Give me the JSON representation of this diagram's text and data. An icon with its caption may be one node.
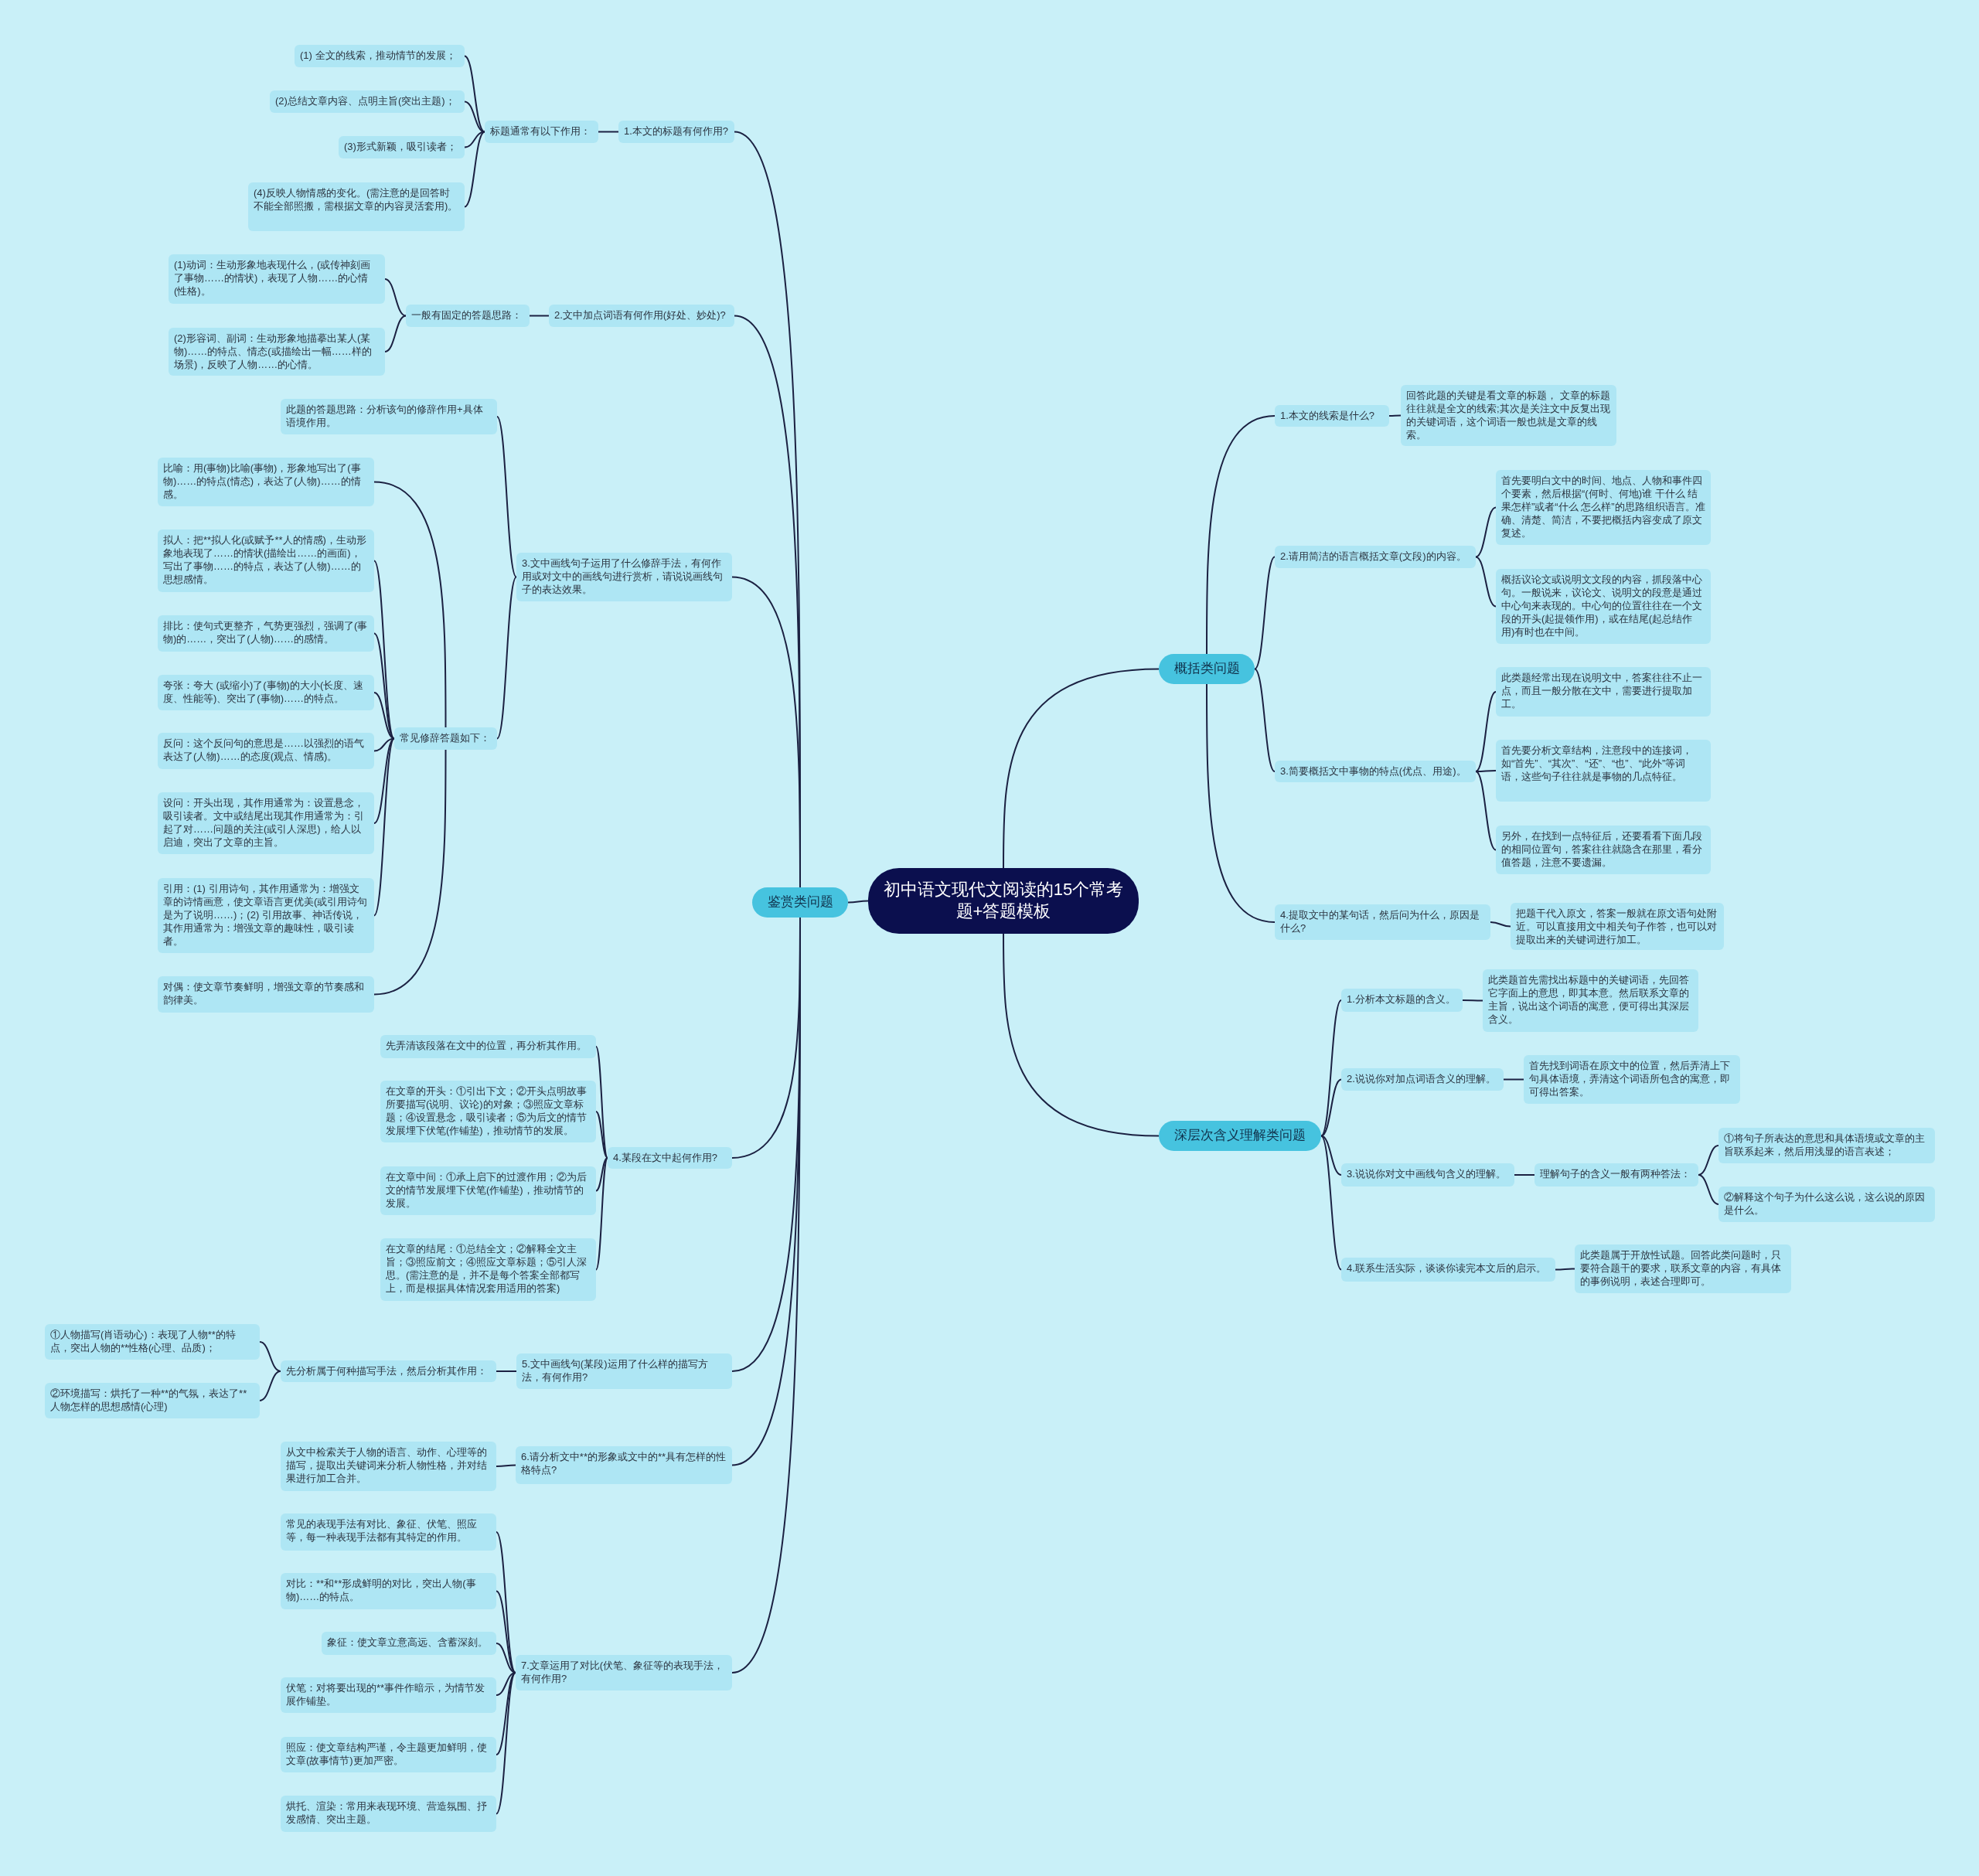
{
  "diagram": {
    "nodes": [
      {
        "text": [
          "初中语文现代文阅读的15个常考题+答题模板"
        ]
      },
      {
        "text": [
          "鉴赏类问题"
        ]
      },
      {
        "text": [
          "1.本文的标题有何作用?"
        ]
      },
      {
        "text": [
          "标题通常有以下作用："
        ]
      },
      {
        "text": [
          "(1) 全文的线索，推动情节的发展；"
        ]
      },
      {
        "text": [
          "(2)总结文章内容、点明主旨(突出主题)；"
        ]
      },
      {
        "text": [
          "(3)形式新颖，吸引读者；"
        ]
      },
      {
        "text": [
          "(4)反映人物情感的变化。(需注意的是回答时不能全部照搬，需根据文章的内容灵活套用)。"
        ]
      },
      {
        "text": [
          "2.文中加点词语有何作用(好处、妙处)?"
        ]
      },
      {
        "text": [
          "一般有固定的答题思路："
        ]
      },
      {
        "text": [
          "(1)动词：生动形象地表现什么，(或传神刻画了事物……的情状)，表现了人物……的心情(性格)。"
        ]
      },
      {
        "text": [
          "(2)形容词、副词：生动形象地描摹出某人(某物)……的特点、情态(或描绘出一幅……样的场景)，反映了人物……的心情。"
        ]
      },
      {
        "text": [
          "3.文中画线句子运用了什么修辞手法，有何作用或对文中的画线句进行赏析，请说说画线句子的表达效果。"
        ]
      },
      {
        "text": [
          "此题的答题思路：分析该句的修辞作用+具体语境作用。"
        ]
      },
      {
        "text": [
          "常见修辞答题如下："
        ]
      },
      {
        "text": [
          "比喻：用(事物)比喻(事物)，形象地写出了(事物)……的特点(情态)，表达了(人物)……的情感。"
        ]
      },
      {
        "text": [
          "拟人：把**拟人化(或赋予**人的情感)，生动形象地表现了……的情状(描绘出……的画面)，写出了事物……的特点，表达了(人物)……的思想感情。"
        ]
      },
      {
        "text": [
          "排比：使句式更整齐，气势更强烈，强调了(事物)的……，突出了(人物)……的感情。"
        ]
      },
      {
        "text": [
          "夸张：夸大 (或缩小)了(事物)的大小(长度、速度、性能等)、突出了(事物)……的特点。"
        ]
      },
      {
        "text": [
          "反问：这个反问句的意思是……以强烈的语气表达了(人物)……的态度(观点、情感)。"
        ]
      },
      {
        "text": [
          "设问：开头出现，其作用通常为：设置悬念，吸引读者。文中或结尾出现其作用通常为：引起了对……问题的关注(或引人深思)，给人以启迪，突出了文章的主旨。"
        ]
      },
      {
        "text": [
          "引用：(1) 引用诗句，其作用通常为：增强文章的诗情画意，使文章语言更优美(或引用诗句是为了说明……)；(2) 引用故事、神话传说，其作用通常为：增强文章的趣味性，吸引读者。"
        ]
      },
      {
        "text": [
          "对偶：使文章节奏鲜明，增强文章的节奏感和韵律美。"
        ]
      },
      {
        "text": [
          "4.某段在文中起何作用?"
        ]
      },
      {
        "text": [
          "先弄清该段落在文中的位置，再分析其作用。"
        ]
      },
      {
        "text": [
          "在文章的开头：①引出下文；②开头点明故事所要描写(说明、议论)的对象；③照应文章标题；④设置悬念，吸引读者；⑤为后文的情节发展埋下伏笔(作铺垫)，推动情节的发展。"
        ]
      },
      {
        "text": [
          "在文章中间：①承上启下的过渡作用；②为后文的情节发展埋下伏笔(作铺垫)，推动情节的发展。"
        ]
      },
      {
        "text": [
          "在文章的结尾：①总结全文；②解释全文主旨；③照应前文；④照应文章标题；⑤引人深思。(需注意的是，并不是每个答案全部都写上，而是根据具体情况套用适用的答案)"
        ]
      },
      {
        "text": [
          "5.文中画线句(某段)运用了什么样的描写方法，有何作用?"
        ]
      },
      {
        "text": [
          "先分析属于何种描写手法，然后分析其作用："
        ]
      },
      {
        "text": [
          "①人物描写(肖语动心)：表现了人物**的特点，突出人物的**性格(心理、品质)；"
        ]
      },
      {
        "text": [
          "②环境描写：烘托了一种**的气氛，表达了**人物怎样的思想感情(心理)"
        ]
      },
      {
        "text": [
          "6.请分析文中**的形象或文中的**具有怎样的性格特点?"
        ]
      },
      {
        "text": [
          "从文中检索关于人物的语言、动作、心理等的描写，提取出关键词来分析人物性格，并对结果进行加工合并。"
        ]
      },
      {
        "text": [
          "7.文章运用了对比(伏笔、象征等的表现手法，有何作用?"
        ]
      },
      {
        "text": [
          "常见的表现手法有对比、象征、伏笔、照应等，每一种表现手法都有其特定的作用。"
        ]
      },
      {
        "text": [
          "对比：**和**形成鲜明的对比，突出人物(事物)……的特点。"
        ]
      },
      {
        "text": [
          "象征：使文章立意高远、含蓄深刻。"
        ]
      },
      {
        "text": [
          "伏笔：对将要出现的**事件作暗示，为情节发展作铺垫。"
        ]
      },
      {
        "text": [
          "照应：使文章结构严谨，令主题更加鲜明，使文章(故事情节)更加严密。"
        ]
      },
      {
        "text": [
          "烘托、渲染：常用来表现环境、营造氛围、抒发感情、突出主题。"
        ]
      },
      {
        "text": [
          "概括类问题"
        ]
      },
      {
        "text": [
          "1.本文的线索是什么?"
        ]
      },
      {
        "text": [
          "回答此题的关键是看文章的标题， 文章的标题往往就是全文的线索;其次是关注文中反复出现的关键词语，这个词语一般也就是文章的线索。"
        ]
      },
      {
        "text": [
          "2.请用简洁的语言概括文章(文段)的内容。"
        ]
      },
      {
        "text": [
          "首先要明白文中的时间、地点、人物和事件四个要素，然后根据“(何时、何地)谁 干什么 结果怎样”或者“什么 怎么样”的思路组织语言。准确、清楚、简洁，不要把概括内容变成了原文复述。"
        ]
      },
      {
        "text": [
          "概括议论文或说明文文段的内容，抓段落中心句。一般说来，议论文、说明文的段意是通过中心句来表现的。中心句的位置往往在一个文段的开头(起提领作用)，或在结尾(起总结作用)有时也在中间。"
        ]
      },
      {
        "text": [
          "3.简要概括文中事物的特点(优点、用途)。"
        ]
      },
      {
        "text": [
          "此类题经常出现在说明文中，答案往往不止一点，而且一般分散在文中，需要进行提取加工。"
        ]
      },
      {
        "text": [
          "首先要分析文章结构，注意段中的连接词，如“首先”、“其次”、“还”、“也”、“此外”等词语，这些句子往往就是事物的几点特征。"
        ]
      },
      {
        "text": [
          "另外，在找到一点特征后，还要看看下面几段的相同位置句，答案往往就隐含在那里，看分值答题，注意不要遗漏。"
        ]
      },
      {
        "text": [
          "4.提取文中的某句话，然后问为什么，原因是什么?"
        ]
      },
      {
        "text": [
          "把题干代入原文，答案一般就在原文语句处附近。可以直接用文中相关句子作答，也可以对提取出来的关键词进行加工。"
        ]
      },
      {
        "text": [
          "深层次含义理解类问题"
        ]
      },
      {
        "text": [
          "1.分析本文标题的含义。"
        ]
      },
      {
        "text": [
          "此类题首先需找出标题中的关键词语，先回答它字面上的意思，即其本意。然后联系文章的主旨，说出这个词语的寓意，便可得出其深层含义。"
        ]
      },
      {
        "text": [
          "2.说说你对加点词语含义的理解。"
        ]
      },
      {
        "text": [
          "首先找到词语在原文中的位置，然后弄清上下句具体语境，弄清这个词语所包含的寓意，即可得出答案。"
        ]
      },
      {
        "text": [
          "3.说说你对文中画线句含义的理解。"
        ]
      },
      {
        "text": [
          "理解句子的含义一般有两种答法："
        ]
      },
      {
        "text": [
          "①将句子所表达的意思和具体语境或文章的主旨联系起来，然后用浅显的语言表述；"
        ]
      },
      {
        "text": [
          "②解释这个句子为什么这么说，这么说的原因是什么。"
        ]
      },
      {
        "text": [
          "4.联系生活实际，谈谈你读完本文后的启示。"
        ]
      },
      {
        "text": [
          "此类题属于开放性试题。回答此类问题时，只要符合题干的要求，联系文章的内容，有具体的事例说明，表述合理即可。"
        ]
      }
    ],
    "edges": [
      {
        "from": 0,
        "to": 1,
        "arrow": "none"
      },
      {
        "from": 1,
        "to": 2,
        "arrow": "none"
      },
      {
        "from": 2,
        "to": 3,
        "arrow": "none"
      },
      {
        "from": 3,
        "to": 4,
        "arrow": "none"
      },
      {
        "from": 3,
        "to": 5,
        "arrow": "none"
      },
      {
        "from": 3,
        "to": 6,
        "arrow": "none"
      },
      {
        "from": 3,
        "to": 7,
        "arrow": "none"
      },
      {
        "from": 1,
        "to": 8,
        "arrow": "none"
      },
      {
        "from": 8,
        "to": 9,
        "arrow": "none"
      },
      {
        "from": 9,
        "to": 10,
        "arrow": "none"
      },
      {
        "from": 9,
        "to": 11,
        "arrow": "none"
      },
      {
        "from": 1,
        "to": 12,
        "arrow": "none"
      },
      {
        "from": 12,
        "to": 13,
        "arrow": "none"
      },
      {
        "from": 12,
        "to": 14,
        "arrow": "none"
      },
      {
        "from": 14,
        "to": 15,
        "arrow": "none"
      },
      {
        "from": 14,
        "to": 16,
        "arrow": "none"
      },
      {
        "from": 14,
        "to": 17,
        "arrow": "none"
      },
      {
        "from": 14,
        "to": 18,
        "arrow": "none"
      },
      {
        "from": 14,
        "to": 19,
        "arrow": "none"
      },
      {
        "from": 14,
        "to": 20,
        "arrow": "none"
      },
      {
        "from": 14,
        "to": 21,
        "arrow": "none"
      },
      {
        "from": 14,
        "to": 22,
        "arrow": "none"
      },
      {
        "from": 1,
        "to": 23,
        "arrow": "none"
      },
      {
        "from": 23,
        "to": 24,
        "arrow": "none"
      },
      {
        "from": 23,
        "to": 25,
        "arrow": "none"
      },
      {
        "from": 23,
        "to": 26,
        "arrow": "none"
      },
      {
        "from": 23,
        "to": 27,
        "arrow": "none"
      },
      {
        "from": 1,
        "to": 28,
        "arrow": "none"
      },
      {
        "from": 28,
        "to": 29,
        "arrow": "none"
      },
      {
        "from": 29,
        "to": 30,
        "arrow": "none"
      },
      {
        "from": 29,
        "to": 31,
        "arrow": "none"
      },
      {
        "from": 1,
        "to": 32,
        "arrow": "none"
      },
      {
        "from": 32,
        "to": 33,
        "arrow": "none"
      },
      {
        "from": 1,
        "to": 34,
        "arrow": "none"
      },
      {
        "from": 34,
        "to": 35,
        "arrow": "none"
      },
      {
        "from": 34,
        "to": 36,
        "arrow": "none"
      },
      {
        "from": 34,
        "to": 37,
        "arrow": "none"
      },
      {
        "from": 34,
        "to": 38,
        "arrow": "none"
      },
      {
        "from": 34,
        "to": 39,
        "arrow": "none"
      },
      {
        "from": 34,
        "to": 40,
        "arrow": "none"
      },
      {
        "from": 0,
        "to": 41,
        "arrow": "none"
      },
      {
        "from": 41,
        "to": 42,
        "arrow": "none"
      },
      {
        "from": 42,
        "to": 43,
        "arrow": "none"
      },
      {
        "from": 41,
        "to": 44,
        "arrow": "none"
      },
      {
        "from": 44,
        "to": 45,
        "arrow": "none"
      },
      {
        "from": 44,
        "to": 46,
        "arrow": "none"
      },
      {
        "from": 41,
        "to": 47,
        "arrow": "none"
      },
      {
        "from": 47,
        "to": 48,
        "arrow": "none"
      },
      {
        "from": 47,
        "to": 49,
        "arrow": "none"
      },
      {
        "from": 47,
        "to": 50,
        "arrow": "none"
      },
      {
        "from": 41,
        "to": 51,
        "arrow": "none"
      },
      {
        "from": 51,
        "to": 52,
        "arrow": "none"
      },
      {
        "from": 0,
        "to": 53,
        "arrow": "none"
      },
      {
        "from": 53,
        "to": 54,
        "arrow": "none"
      },
      {
        "from": 54,
        "to": 55,
        "arrow": "none"
      },
      {
        "from": 53,
        "to": 56,
        "arrow": "none"
      },
      {
        "from": 56,
        "to": 57,
        "arrow": "none"
      },
      {
        "from": 53,
        "to": 58,
        "arrow": "none"
      },
      {
        "from": 58,
        "to": 59,
        "arrow": "none"
      },
      {
        "from": 59,
        "to": 60,
        "arrow": "none"
      },
      {
        "from": 59,
        "to": 61,
        "arrow": "none"
      },
      {
        "from": 53,
        "to": 62,
        "arrow": "none"
      },
      {
        "from": 62,
        "to": 63,
        "arrow": "none"
      }
    ]
  }
}
